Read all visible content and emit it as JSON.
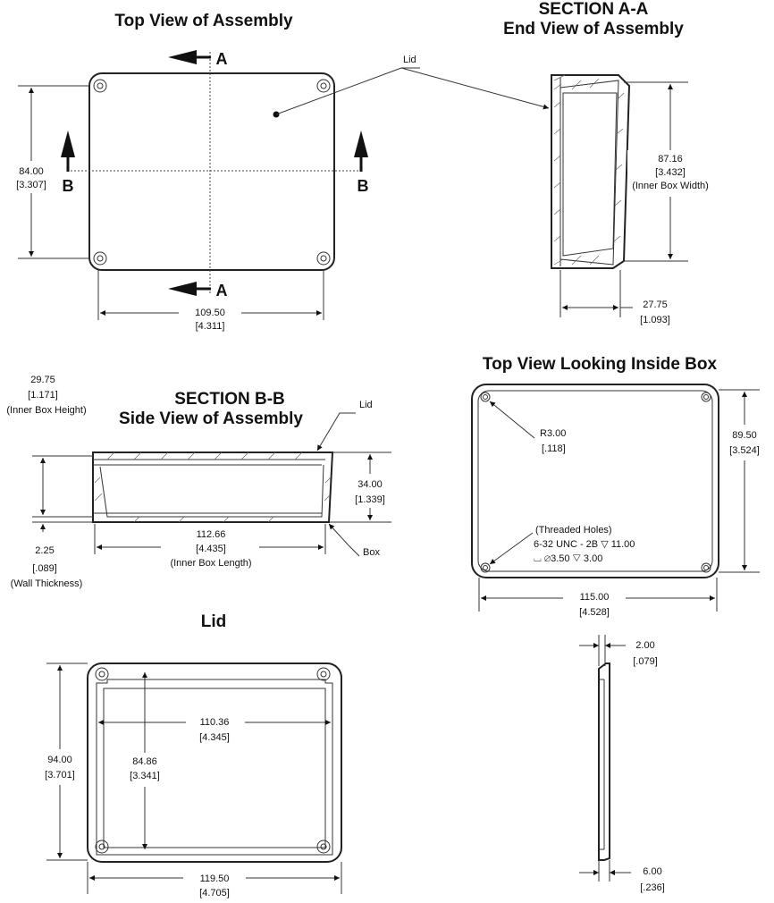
{
  "views": {
    "top_assembly": {
      "title": "Top View of Assembly",
      "section_a": "A",
      "section_b": "B",
      "height_mm": "84.00",
      "height_in": "[3.307]",
      "width_mm": "109.50",
      "width_in": "[4.311]",
      "lid_label": "Lid"
    },
    "section_aa": {
      "title_line1": "SECTION A-A",
      "title_line2": "End View of Assembly",
      "inner_width_mm": "87.16",
      "inner_width_in": "[3.432]",
      "inner_width_note": "(Inner Box Width)",
      "depth_mm": "27.75",
      "depth_in": "[1.093]"
    },
    "section_bb": {
      "title_line1": "SECTION B-B",
      "title_line2": "Side View of Assembly",
      "lid_label": "Lid",
      "box_label": "Box",
      "inner_height_mm": "29.75",
      "inner_height_in": "[1.171]",
      "inner_height_note": "(Inner Box Height)",
      "total_height_mm": "34.00",
      "total_height_in": "[1.339]",
      "wall_mm": "2.25",
      "wall_in": "[.089]",
      "wall_note": "(Wall Thickness)",
      "inner_length_mm": "112.66",
      "inner_length_in": "[4.435]",
      "inner_length_note": "(Inner Box Length)"
    },
    "top_inside": {
      "title": "Top View Looking Inside Box",
      "radius_mm": "R3.00",
      "radius_in": "[.118]",
      "holes_note1": "(Threaded Holes)",
      "holes_note2": "6-32 UNC - 2B ▽ 11.00",
      "holes_note3": "⌴ ∅3.50 ▽ 3.00",
      "height_mm": "89.50",
      "height_in": "[3.524]",
      "width_mm": "115.00",
      "width_in": "[4.528]"
    },
    "lid": {
      "title": "Lid",
      "outer_height_mm": "94.00",
      "outer_height_in": "[3.701]",
      "inner_height_mm": "84.86",
      "inner_height_in": "[3.341]",
      "inner_width_mm": "110.36",
      "inner_width_in": "[4.345]",
      "outer_width_mm": "119.50",
      "outer_width_in": "[4.705]",
      "thickness_mm": "2.00",
      "thickness_in": "[.079]",
      "lip_mm": "6.00",
      "lip_in": "[.236]"
    }
  }
}
